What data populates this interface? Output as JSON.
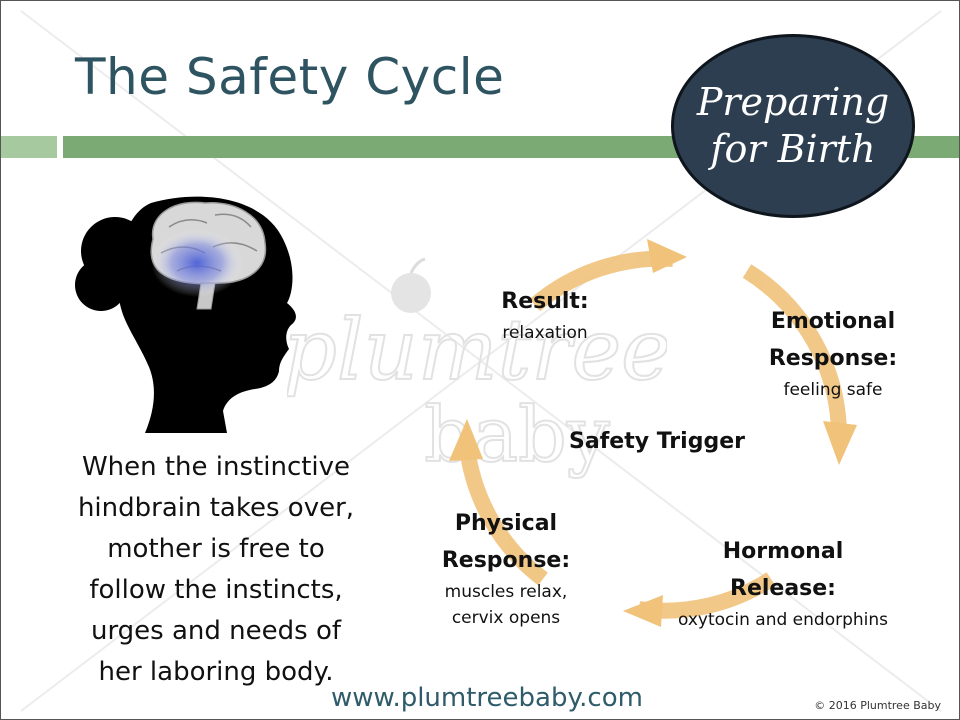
{
  "slide": {
    "title": "The Safety Cycle",
    "badge": {
      "line1": "Preparing",
      "line2": "for Birth"
    },
    "description": [
      "When the instinctive",
      "hindbrain takes over,",
      "mother is free to",
      "follow the instincts,",
      "urges and needs of",
      "her laboring body."
    ],
    "watermark": {
      "word1": "plumtree",
      "word2": "baby"
    },
    "cycle": {
      "center": "Safety Trigger",
      "steps": [
        {
          "id": "emotional",
          "label_lines": [
            "Emotional",
            "Response:"
          ],
          "detail_lines": [
            "feeling safe"
          ]
        },
        {
          "id": "hormonal",
          "label_lines": [
            "Hormonal",
            "Release:"
          ],
          "detail_lines": [
            "oxytocin and endorphins"
          ]
        },
        {
          "id": "physical",
          "label_lines": [
            "Physical",
            "Response:"
          ],
          "detail_lines": [
            "muscles relax,",
            "cervix opens"
          ]
        },
        {
          "id": "result",
          "label_lines": [
            "Result:"
          ],
          "detail_lines": [
            "relaxation"
          ]
        }
      ]
    },
    "footer": {
      "url": "www.plumtreebaby.com",
      "copyright": "© 2016 Plumtree Baby"
    }
  },
  "colors": {
    "title": "#2f5461",
    "bar_main": "#7caa74",
    "bar_light": "#a7c9a0",
    "badge_fill": "#2d3e50",
    "arrow": "#f0c27a",
    "url": "#2f5b6a",
    "brain_glow": "#4a5fd6"
  },
  "icons": {
    "head": "head-silhouette-with-brain-icon",
    "watermark_logo": "plum-logo-icon"
  }
}
